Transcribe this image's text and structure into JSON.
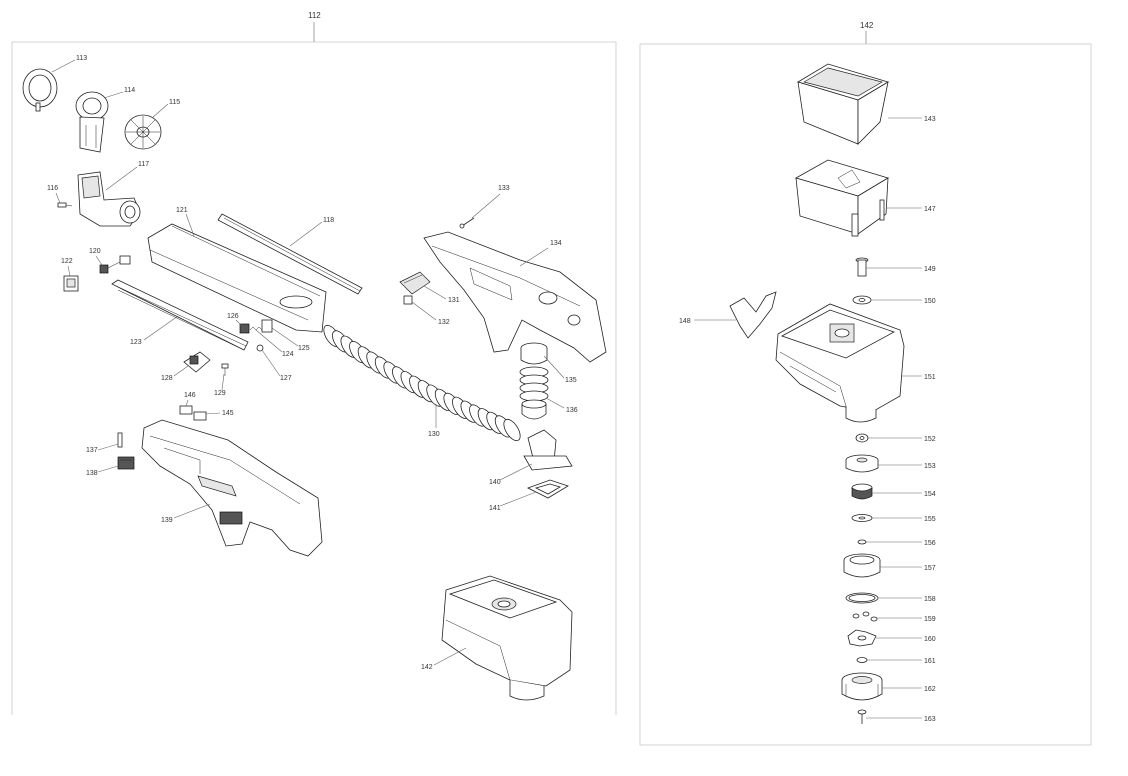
{
  "assemblies": [
    {
      "id": "left-assembly",
      "label": "112"
    },
    {
      "id": "right-assembly",
      "label": "142"
    }
  ],
  "callouts": [
    {
      "id": "113",
      "text": "113"
    },
    {
      "id": "114",
      "text": "114"
    },
    {
      "id": "115",
      "text": "115"
    },
    {
      "id": "116",
      "text": "116"
    },
    {
      "id": "117",
      "text": "117"
    },
    {
      "id": "118",
      "text": "118"
    },
    {
      "id": "120",
      "text": "120"
    },
    {
      "id": "121",
      "text": "121"
    },
    {
      "id": "122",
      "text": "122"
    },
    {
      "id": "123",
      "text": "123"
    },
    {
      "id": "124",
      "text": "124"
    },
    {
      "id": "125",
      "text": "125"
    },
    {
      "id": "126",
      "text": "126"
    },
    {
      "id": "127",
      "text": "127"
    },
    {
      "id": "128",
      "text": "128"
    },
    {
      "id": "129",
      "text": "129"
    },
    {
      "id": "130",
      "text": "130"
    },
    {
      "id": "131",
      "text": "131"
    },
    {
      "id": "132",
      "text": "132"
    },
    {
      "id": "133",
      "text": "133"
    },
    {
      "id": "134",
      "text": "134"
    },
    {
      "id": "135",
      "text": "135"
    },
    {
      "id": "136",
      "text": "136"
    },
    {
      "id": "137",
      "text": "137"
    },
    {
      "id": "138",
      "text": "138"
    },
    {
      "id": "139",
      "text": "139"
    },
    {
      "id": "140",
      "text": "140"
    },
    {
      "id": "141",
      "text": "141"
    },
    {
      "id": "142-left",
      "text": "142"
    },
    {
      "id": "145",
      "text": "145"
    },
    {
      "id": "146",
      "text": "146"
    },
    {
      "id": "143",
      "text": "143"
    },
    {
      "id": "147",
      "text": "147"
    },
    {
      "id": "148",
      "text": "148"
    },
    {
      "id": "149",
      "text": "149"
    },
    {
      "id": "150",
      "text": "150"
    },
    {
      "id": "151",
      "text": "151"
    },
    {
      "id": "152",
      "text": "152"
    },
    {
      "id": "153",
      "text": "153"
    },
    {
      "id": "154",
      "text": "154"
    },
    {
      "id": "155",
      "text": "155"
    },
    {
      "id": "156",
      "text": "156"
    },
    {
      "id": "157",
      "text": "157"
    },
    {
      "id": "158",
      "text": "158"
    },
    {
      "id": "159",
      "text": "159"
    },
    {
      "id": "160",
      "text": "160"
    },
    {
      "id": "161",
      "text": "161"
    },
    {
      "id": "162",
      "text": "162"
    },
    {
      "id": "163",
      "text": "163"
    }
  ]
}
